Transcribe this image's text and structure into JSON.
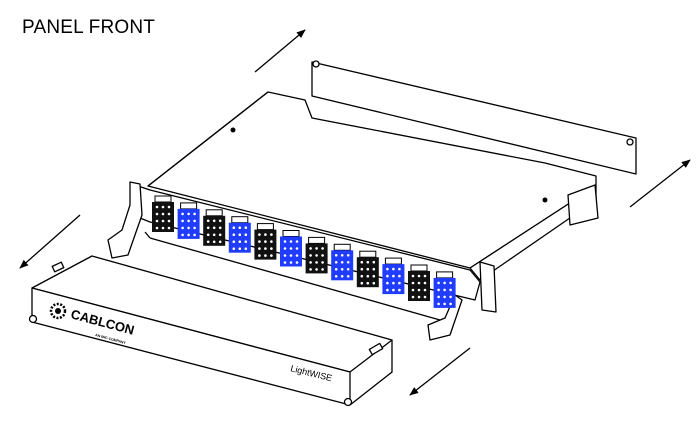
{
  "title": "PANEL FRONT",
  "front_cover": {
    "brand": "CABLCON",
    "brand_tagline": "AN IWC COMPANY",
    "product_logo": "LightWISE"
  },
  "modules": {
    "count": 12,
    "pattern": [
      "black",
      "blue",
      "black",
      "blue",
      "black",
      "blue",
      "black",
      "blue",
      "black",
      "blue",
      "black",
      "blue"
    ]
  },
  "colors": {
    "blue_module": "#1f3cff",
    "black_module": "#111111",
    "line": "#000000"
  },
  "arrows": [
    "back-cover-out",
    "side-right",
    "front-cover-out",
    "front-cover-down"
  ]
}
